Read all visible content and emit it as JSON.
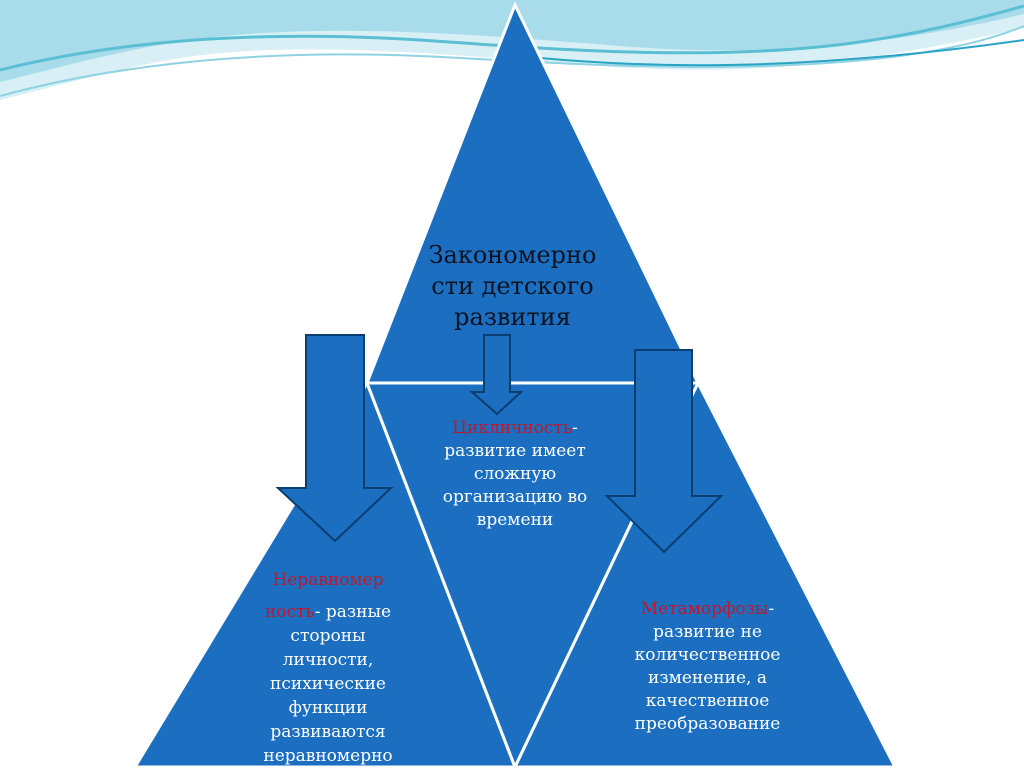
{
  "title_lines": [
    "Закономерно",
    "сти детского",
    "развития"
  ],
  "center": {
    "term": "Цикличность",
    "suffix": "-",
    "lines": [
      "развитие имеет",
      "сложную",
      "организацию во",
      "времени"
    ]
  },
  "left": {
    "term_line1": "Неравномер",
    "term_line2": "ность",
    "suffix": "- разные",
    "lines": [
      "стороны",
      "личности,",
      "психические",
      "функции",
      "развиваются",
      "неравномерно"
    ]
  },
  "right": {
    "term": "Метаморфозы",
    "suffix": "-",
    "lines": [
      "развитие не",
      "количественное",
      "изменение, а",
      "качественное",
      "преобразование"
    ]
  },
  "colors": {
    "triangle_fill": "#1c6fc0",
    "triangle_stroke": "#ffffff",
    "arrow_fill": "#1c6fc0",
    "arrow_stroke": "#0a3d70",
    "term_red": "#c0182a",
    "wave_light": "#bfe6ef",
    "wave_mid": "#7fcfdf"
  }
}
